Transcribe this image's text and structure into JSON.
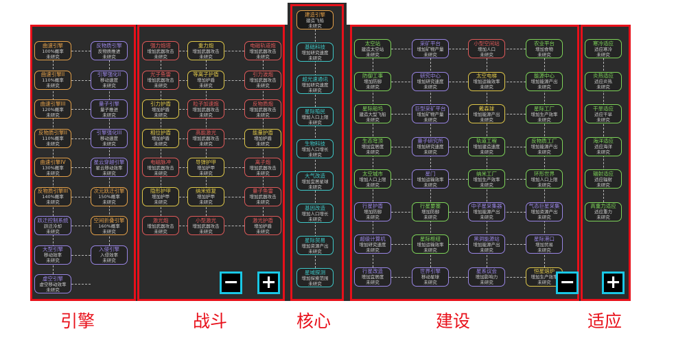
{
  "captions": {
    "engine": "引擎",
    "combat": "战斗",
    "core": "核心",
    "build": "建设",
    "adapt": "适应"
  },
  "zoom": {
    "out": "−",
    "in": "+"
  },
  "colors": {
    "orange": "#e6a24a",
    "purple": "#9a86e6",
    "red": "#e05a5a",
    "yellow": "#e0c84a",
    "green": "#7fd65a",
    "cyan": "#3ec8c8",
    "frame": "#e8101a",
    "accent": "#19c8e6"
  },
  "columns": [
    {
      "key": "engine",
      "nodes": [
        {
          "l": "曲速引擎",
          "s": "100%概率",
          "t": "未研究",
          "c": "orange"
        },
        {
          "l": "反物质引擎",
          "s": "反物质推进",
          "t": "未研究",
          "c": "purple"
        },
        {
          "l": "曲速引擎II",
          "s": "110%概率",
          "t": "未研究",
          "c": "orange"
        },
        {
          "l": "引擎强化II",
          "s": "移动速度",
          "t": "未研究",
          "c": "purple"
        },
        {
          "l": "曲速引擎III",
          "s": "120%概率",
          "t": "未研究",
          "c": "orange"
        },
        {
          "l": "量子引擎",
          "s": "量子推进",
          "t": "未研究",
          "c": "purple"
        },
        {
          "l": "反物质引擎II",
          "s": "110%概率",
          "t": "未研究",
          "c": "orange"
        },
        {
          "l": "引擎强化III",
          "s": "移动速度",
          "t": "未研究",
          "c": "purple"
        },
        {
          "l": "曲速引擎IV",
          "s": "130%概率",
          "t": "未研究",
          "c": "orange"
        },
        {
          "l": "星云穿越引擎",
          "s": "星云移动效率",
          "t": "未研究",
          "c": "purple"
        },
        {
          "l": "反物质引擎III",
          "s": "140%概率",
          "t": "未研究",
          "c": "orange"
        },
        {
          "l": "次元跃迁引擎",
          "s": "150%概率",
          "t": "未研究",
          "c": "orange"
        },
        {
          "l": "跃迁控制系统",
          "s": "跃迁冷却",
          "t": "未研究",
          "c": "purple"
        },
        {
          "l": "空间折叠引擎",
          "s": "160%概率",
          "t": "未研究",
          "c": "orange"
        },
        {
          "l": "大型引擎",
          "s": "移动效率",
          "t": "未研究",
          "c": "purple"
        },
        {
          "l": "入侵引擎",
          "s": "入侵效率",
          "t": "未研究",
          "c": "purple"
        },
        {
          "l": "虚空引擎",
          "s": "虚空移动效率",
          "t": "未研究",
          "c": "purple"
        }
      ]
    },
    {
      "key": "combat",
      "nodes": [
        {
          "l": "强力炮塔",
          "s": "增加武器攻击",
          "t": "未研究",
          "c": "red"
        },
        {
          "l": "重力炮",
          "s": "增加武器攻击",
          "t": "未研究",
          "c": "yellow"
        },
        {
          "l": "电磁轨道炮",
          "s": "增加武器攻击",
          "t": "未研究",
          "c": "red"
        },
        {
          "l": "光子鱼雷",
          "s": "增加武器攻击",
          "t": "未研究",
          "c": "red"
        },
        {
          "l": "等离子护盾",
          "s": "增加护盾",
          "t": "未研究",
          "c": "yellow"
        },
        {
          "l": "引力波炮",
          "s": "增加武器攻击",
          "t": "未研究",
          "c": "red"
        },
        {
          "l": "引力护盾",
          "s": "增加护盾",
          "t": "未研究",
          "c": "yellow"
        },
        {
          "l": "粒子加速炮",
          "s": "增加武器攻击",
          "t": "未研究",
          "c": "red"
        },
        {
          "l": "反物质炮",
          "s": "增加武器攻击",
          "t": "未研究",
          "c": "red"
        },
        {
          "l": "相位护盾",
          "s": "增加护盾",
          "t": "未研究",
          "c": "yellow"
        },
        {
          "l": "高能激光",
          "s": "增加武器攻击",
          "t": "未研究",
          "c": "red"
        },
        {
          "l": "能量护盾",
          "s": "增加护盾",
          "t": "未研究",
          "c": "yellow"
        },
        {
          "l": "电磁脉冲",
          "s": "增加武器攻击",
          "t": "未研究",
          "c": "red"
        },
        {
          "l": "导弹护甲",
          "s": "增加护甲",
          "t": "未研究",
          "c": "yellow"
        },
        {
          "l": "离子炮",
          "s": "增加武器攻击",
          "t": "未研究",
          "c": "red"
        },
        {
          "l": "隐形护甲",
          "s": "增加护甲",
          "t": "未研究",
          "c": "yellow"
        },
        {
          "l": "纳米修复",
          "s": "增加护甲",
          "t": "未研究",
          "c": "yellow"
        },
        {
          "l": "量子鱼雷",
          "s": "增加武器攻击",
          "t": "未研究",
          "c": "red"
        },
        {
          "l": "激光炮",
          "s": "增加武器攻击",
          "t": "未研究",
          "c": "red"
        },
        {
          "l": "小型激光",
          "s": "增加武器攻击",
          "t": "未研究",
          "c": "red"
        },
        {
          "l": "激光护盾",
          "s": "增加护盾",
          "t": "未研究",
          "c": "red"
        }
      ]
    },
    {
      "key": "core",
      "nodes": [
        {
          "l": "建造引擎",
          "s": "建造飞船",
          "t": "未研究",
          "c": "orange",
          "dark": true
        },
        {
          "l": "基础科技",
          "s": "增加研究速度",
          "t": "未研究",
          "c": "cyan"
        },
        {
          "l": "超光速通讯",
          "s": "增加研究速度",
          "t": "未研究",
          "c": "cyan"
        },
        {
          "l": "星际殖民",
          "s": "增加人口上限",
          "t": "未研究",
          "c": "cyan"
        },
        {
          "l": "生物科技",
          "s": "增加人口增长",
          "t": "未研究",
          "c": "cyan"
        },
        {
          "l": "大气改造",
          "s": "增加宜居星球",
          "t": "未研究",
          "c": "cyan"
        },
        {
          "l": "基因改造",
          "s": "增加人口增长",
          "t": "未研究",
          "c": "cyan"
        },
        {
          "l": "星际贸易",
          "s": "增加资源产出",
          "t": "未研究",
          "c": "cyan"
        },
        {
          "l": "星域探测",
          "s": "增加探索范围",
          "t": "未研究",
          "c": "cyan"
        }
      ]
    },
    {
      "key": "build",
      "nodes": [
        {
          "l": "太空站",
          "s": "建造太空站",
          "t": "未研究",
          "c": "green"
        },
        {
          "l": "采矿平台",
          "s": "增加矿物产量",
          "t": "未研究",
          "c": "purple"
        },
        {
          "l": "小型空间站",
          "s": "增加人口",
          "t": "未研究",
          "c": "red"
        },
        {
          "l": "农业平台",
          "s": "增加食物",
          "t": "未研究",
          "c": "green"
        },
        {
          "l": "防御工事",
          "s": "增加防御",
          "t": "未研究",
          "c": "green"
        },
        {
          "l": "研究中心",
          "s": "增加研究速度",
          "t": "未研究",
          "c": "purple"
        },
        {
          "l": "太空电梯",
          "s": "增加运输效率",
          "t": "未研究",
          "c": "yellow"
        },
        {
          "l": "能源中心",
          "s": "增加能源产出",
          "t": "未研究",
          "c": "green"
        },
        {
          "l": "星际船坞",
          "s": "建造大型飞船",
          "t": "未研究",
          "c": "green"
        },
        {
          "l": "巨型采矿平台",
          "s": "增加矿物产量",
          "t": "未研究",
          "c": "purple"
        },
        {
          "l": "戴森球",
          "s": "增加能源产出",
          "t": "未研究",
          "c": "yellow"
        },
        {
          "l": "星际工厂",
          "s": "增加生产效率",
          "t": "未研究",
          "c": "green"
        },
        {
          "l": "生态穹顶",
          "s": "增加宜居度",
          "t": "未研究",
          "c": "green"
        },
        {
          "l": "量子研究所",
          "s": "增加研究速度",
          "t": "未研究",
          "c": "purple"
        },
        {
          "l": "轨道工程",
          "s": "增加建造速度",
          "t": "未研究",
          "c": "green"
        },
        {
          "l": "反物质工厂",
          "s": "增加能源产出",
          "t": "未研究",
          "c": "green"
        },
        {
          "l": "太空城市",
          "s": "增加人口上限",
          "t": "未研究",
          "c": "green"
        },
        {
          "l": "星门",
          "s": "增加运输效率",
          "t": "未研究",
          "c": "purple"
        },
        {
          "l": "纳米工厂",
          "s": "增加生产效率",
          "t": "未研究",
          "c": "green"
        },
        {
          "l": "环形世界",
          "s": "增加人口上限",
          "t": "未研究",
          "c": "green"
        },
        {
          "l": "行星护盾",
          "s": "增加防御",
          "t": "未研究",
          "c": "purple"
        },
        {
          "l": "行星要塞",
          "s": "增加防御",
          "t": "未研究",
          "c": "green"
        },
        {
          "l": "中子星采集器",
          "s": "增加能源产出",
          "t": "未研究",
          "c": "purple"
        },
        {
          "l": "气态巨星采集",
          "s": "增加资源产出",
          "t": "未研究",
          "c": "purple"
        },
        {
          "l": "超级计算机",
          "s": "增加研究速度",
          "t": "未研究",
          "c": "purple"
        },
        {
          "l": "星际枢纽",
          "s": "增加运输效率",
          "t": "未研究",
          "c": "green"
        },
        {
          "l": "黑洞能源站",
          "s": "增加能源产出",
          "t": "未研究",
          "c": "purple"
        },
        {
          "l": "星际港口",
          "s": "增加贸易",
          "t": "未研究",
          "c": "purple"
        },
        {
          "l": "行星改造",
          "s": "增加宜居度",
          "t": "未研究",
          "c": "purple"
        },
        {
          "l": "世界引擎",
          "s": "移动星球",
          "t": "未研究",
          "c": "purple"
        },
        {
          "l": "星系议会",
          "s": "增加影响力",
          "t": "未研究",
          "c": "purple"
        },
        {
          "l": "恒星熔炉",
          "s": "增加生产效率",
          "t": "未研究",
          "c": "yellow"
        }
      ]
    },
    {
      "key": "adapt",
      "nodes": [
        {
          "l": "寒冷适应",
          "s": "适应寒冷",
          "t": "未研究",
          "c": "green"
        },
        {
          "l": "炎热适应",
          "s": "适应炎热",
          "t": "未研究",
          "c": "green"
        },
        {
          "l": "干旱适应",
          "s": "适应干旱",
          "t": "未研究",
          "c": "green"
        },
        {
          "l": "海洋适应",
          "s": "适应海洋",
          "t": "未研究",
          "c": "green"
        },
        {
          "l": "辐射适应",
          "s": "适应辐射",
          "t": "未研究",
          "c": "green"
        },
        {
          "l": "高重力适应",
          "s": "适应重力",
          "t": "未研究",
          "c": "green"
        }
      ]
    }
  ]
}
